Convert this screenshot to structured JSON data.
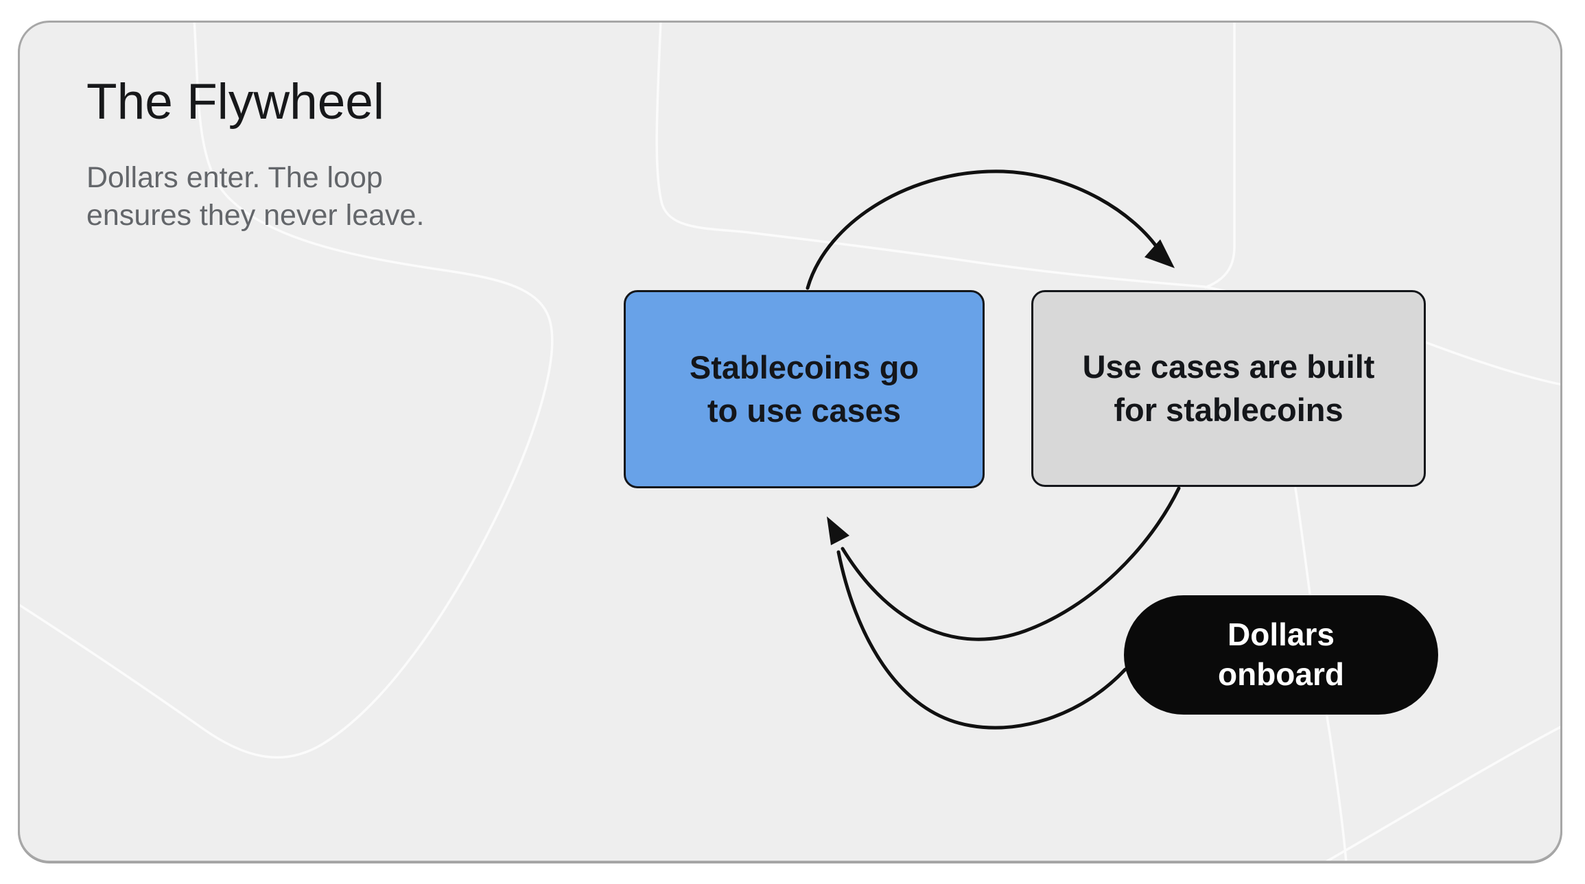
{
  "header": {
    "title": "The Flywheel",
    "subtitle_line1": "Dollars enter. The loop",
    "subtitle_line2": "ensures they never leave."
  },
  "nodes": {
    "stablecoins_to_use_cases": {
      "line1": "Stablecoins go",
      "line2": "to use cases",
      "fill": "#68a2e8",
      "text_color": "#14161a"
    },
    "use_cases_built": {
      "line1": "Use cases are built",
      "line2": "for stablecoins",
      "fill": "#d8d8d8",
      "text_color": "#14161a"
    },
    "dollars_onboard": {
      "line1": "Dollars",
      "line2": "onboard",
      "fill": "#0a0a0a",
      "text_color": "#ffffff"
    }
  },
  "colors": {
    "page_bg": "#ffffff",
    "card_bg": "#eeeeee",
    "card_border": "#a7a7a7",
    "arrow": "#111111",
    "decor_line": "#fbfbfb",
    "title": "#17181a",
    "subtitle": "#63666a"
  }
}
